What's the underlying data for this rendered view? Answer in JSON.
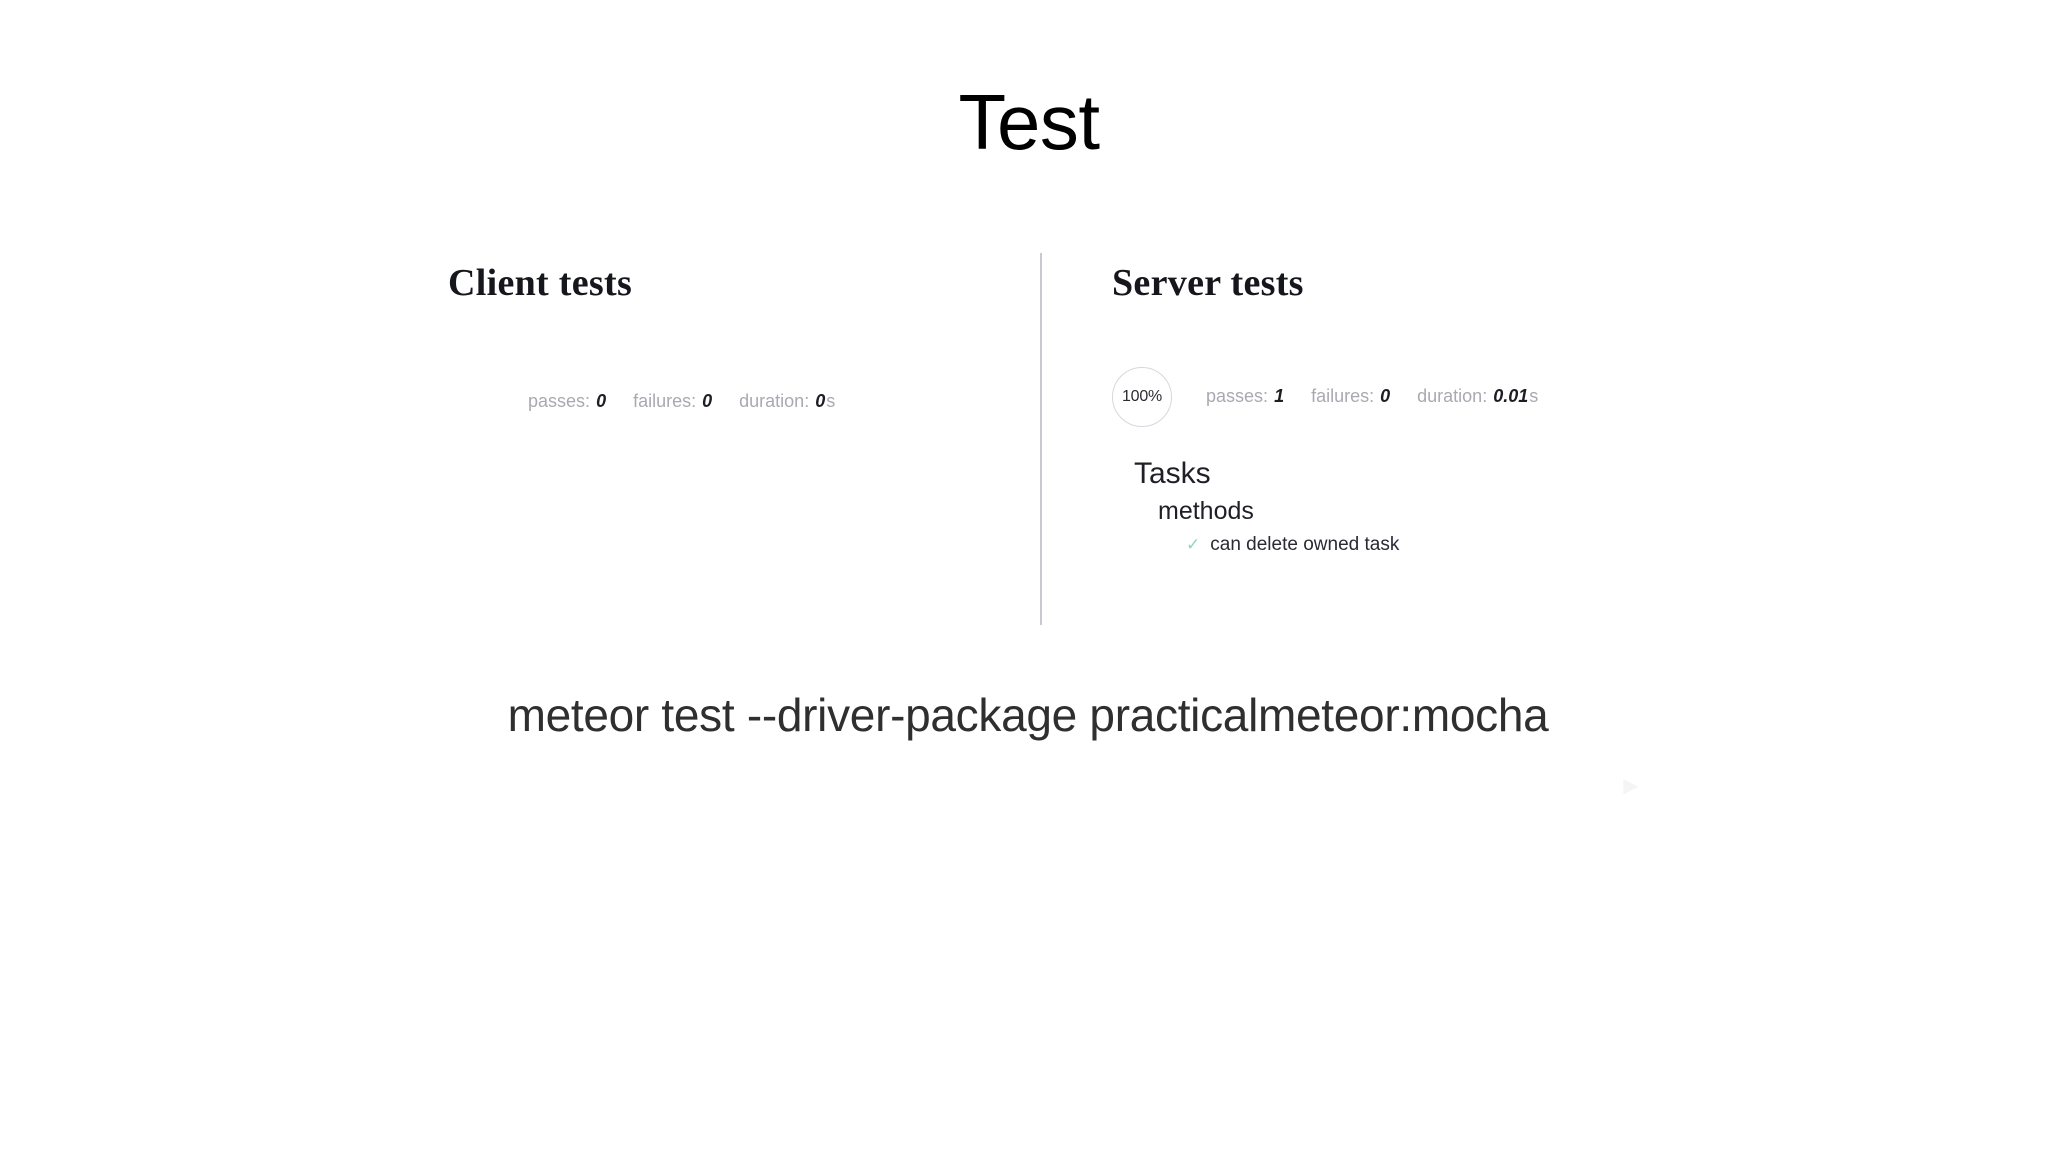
{
  "slide": {
    "title": "Test",
    "caption": "meteor test --driver-package practicalmeteor:mocha"
  },
  "reporter": {
    "client": {
      "heading": "Client tests",
      "stats": {
        "passes_label": "passes:",
        "passes_value": "0",
        "failures_label": "failures:",
        "failures_value": "0",
        "duration_label": "duration:",
        "duration_value": "0",
        "duration_unit": "s"
      },
      "suites": []
    },
    "server": {
      "heading": "Server tests",
      "progress": "100%",
      "stats": {
        "passes_label": "passes:",
        "passes_value": "1",
        "failures_label": "failures:",
        "failures_value": "0",
        "duration_label": "duration:",
        "duration_value": "0.01",
        "duration_unit": "s"
      },
      "suite": {
        "level1": "Tasks",
        "level2": "methods",
        "test": {
          "check": "✓",
          "name": "can delete owned task"
        }
      },
      "replay_icon": "▶"
    }
  },
  "colors": {
    "background": "#ffffff",
    "heading": "#16161d",
    "muted": "#a9a9b2",
    "value": "#1d1d24",
    "pass_check": "#8fd6c0",
    "divider": "#c9c9cf",
    "badge_border": "#d8d6de"
  }
}
